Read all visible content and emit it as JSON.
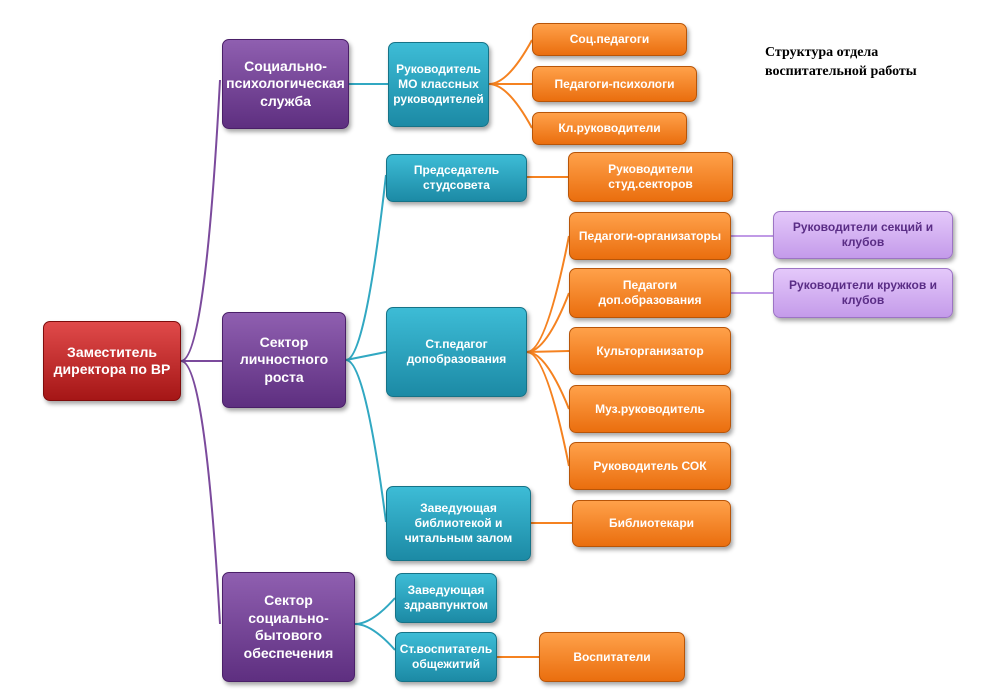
{
  "title": "Структура отдела воспитательной работы",
  "colors": {
    "root": "#b81c1c",
    "level1": "#6a3a8c",
    "level2": "#2aa3c0",
    "level3": "#f58220",
    "level4": "#d5b0f5",
    "line_purple": "#7b4a9c",
    "line_teal": "#31a8c2",
    "line_orange": "#f58220",
    "line_lilac": "#c09ae6"
  },
  "nodes": {
    "deputy": "Заместитель директора по ВР",
    "social_psych": "Социально-психологическая служба",
    "personal_growth": "Сектор личностного роста",
    "social_household": "Сектор социально-бытового обеспечения",
    "mo_head": "Руководитель МО классных руководителей",
    "student_council": "Председатель студсовета",
    "senior_teacher": "Ст.педагог допобразования",
    "library_head": "Заведующая библиотекой и читальным залом",
    "medical_head": "Заведующая здравпунктом",
    "senior_educator": "Ст.воспитатель общежитий",
    "social_teachers": "Соц.педагоги",
    "psychologists": "Педагоги-психологи",
    "class_teachers": "Кл.руководители",
    "sector_heads": "Руководители студ.секторов",
    "organizers": "Педагоги-организаторы",
    "addl_ed_teachers": "Педагоги доп.образования",
    "culture_organizer": "Культорганизатор",
    "music_director": "Муз.руководитель",
    "sok_head": "Руководитель СОК",
    "librarians": "Библиотекари",
    "educators": "Воспитатели",
    "section_heads": "Руководители секций и клубов",
    "circle_heads": "Руководители кружков и клубов"
  }
}
